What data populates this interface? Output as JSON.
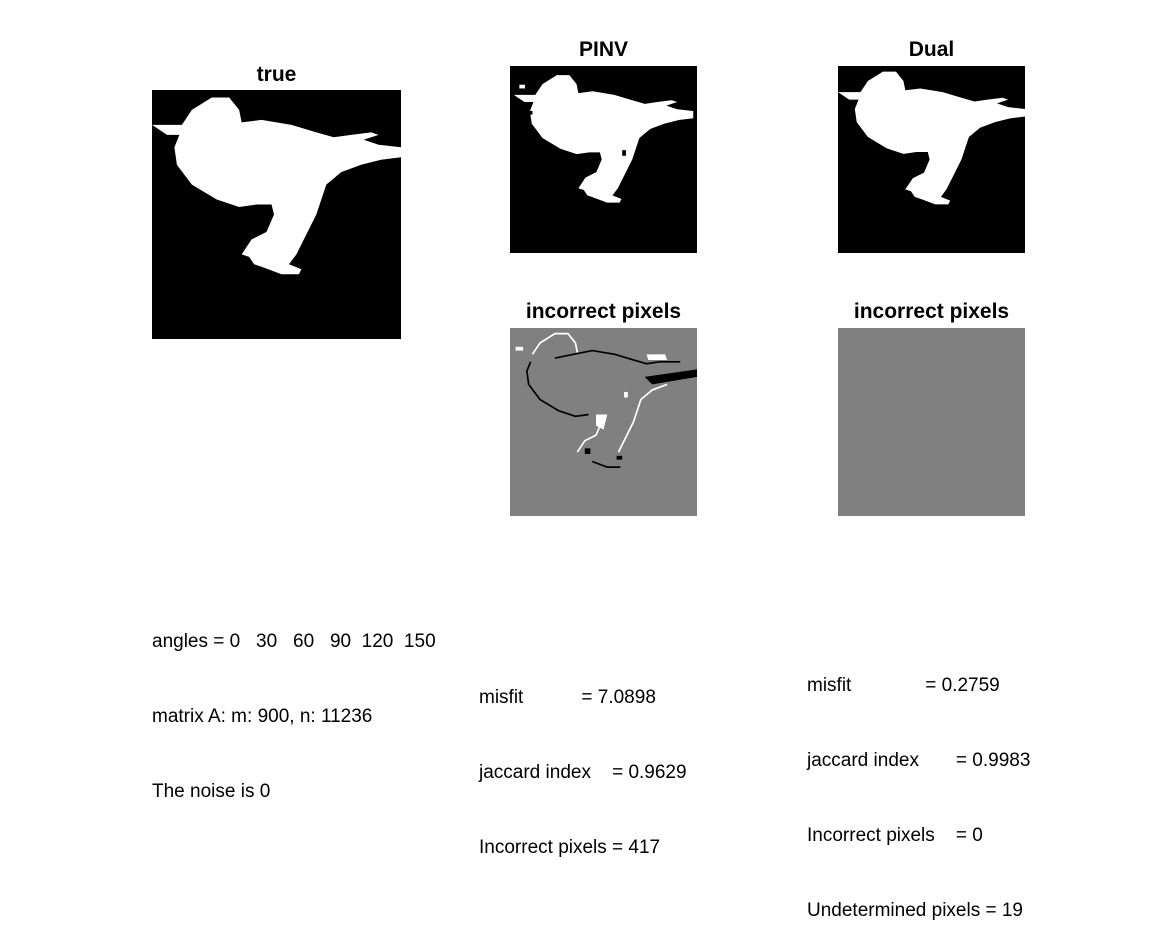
{
  "panels": {
    "true": {
      "title": "true"
    },
    "pinv": {
      "title": "PINV"
    },
    "dual": {
      "title": "Dual"
    },
    "pinv_err": {
      "title": "incorrect pixels"
    },
    "dual_err": {
      "title": "incorrect pixels"
    }
  },
  "info": {
    "angles": "angles = 0   30   60   90  120  150",
    "matrix": "matrix A: m: 900, n: 11236",
    "noise": "The noise is 0"
  },
  "pinv_stats": {
    "misfit": "misfit           = 7.0898",
    "jaccard": "jaccard index    = 0.9629",
    "incorrect": "Incorrect pixels = 417"
  },
  "dual_stats": {
    "misfit": "misfit              = 0.2759",
    "jaccard": "jaccard index       = 0.9983",
    "incorrect": "Incorrect pixels    = 0",
    "undetermined": "Undetermined pixels = 19"
  },
  "colors": {
    "background": "#000000",
    "foreground": "#ffffff",
    "neutral_gray": "#808080"
  }
}
